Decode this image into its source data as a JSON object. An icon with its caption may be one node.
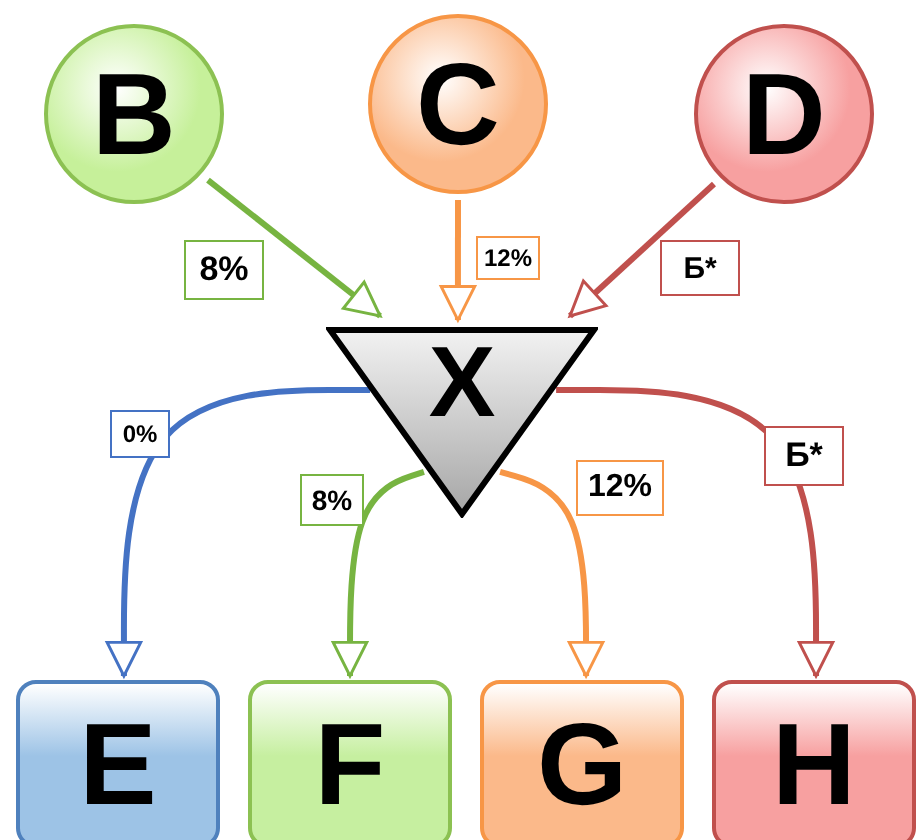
{
  "diagram": {
    "nodes": [
      {
        "text": [
          "B"
        ]
      },
      {
        "text": [
          "C"
        ]
      },
      {
        "text": [
          "D"
        ]
      },
      {
        "text": [
          "X"
        ]
      },
      {
        "text": [
          "E"
        ]
      },
      {
        "text": [
          "F"
        ]
      },
      {
        "text": [
          "G"
        ]
      },
      {
        "text": [
          "H"
        ]
      }
    ],
    "edges": [
      {
        "from": 0,
        "to": 3,
        "arrow": "to",
        "label": "8%",
        "color": "#77b441"
      },
      {
        "from": 1,
        "to": 3,
        "arrow": "to",
        "label": "12%",
        "color": "#f79646"
      },
      {
        "from": 2,
        "to": 3,
        "arrow": "to",
        "label": "Б*",
        "color": "#c0504d"
      },
      {
        "from": 3,
        "to": 4,
        "arrow": "to",
        "label": "0%",
        "color": "#4472c4"
      },
      {
        "from": 3,
        "to": 5,
        "arrow": "to",
        "label": "8%",
        "color": "#77b441"
      },
      {
        "from": 3,
        "to": 6,
        "arrow": "to",
        "label": "12%",
        "color": "#f79646"
      },
      {
        "from": 3,
        "to": 7,
        "arrow": "to",
        "label": "Б*",
        "color": "#c0504d"
      }
    ]
  }
}
